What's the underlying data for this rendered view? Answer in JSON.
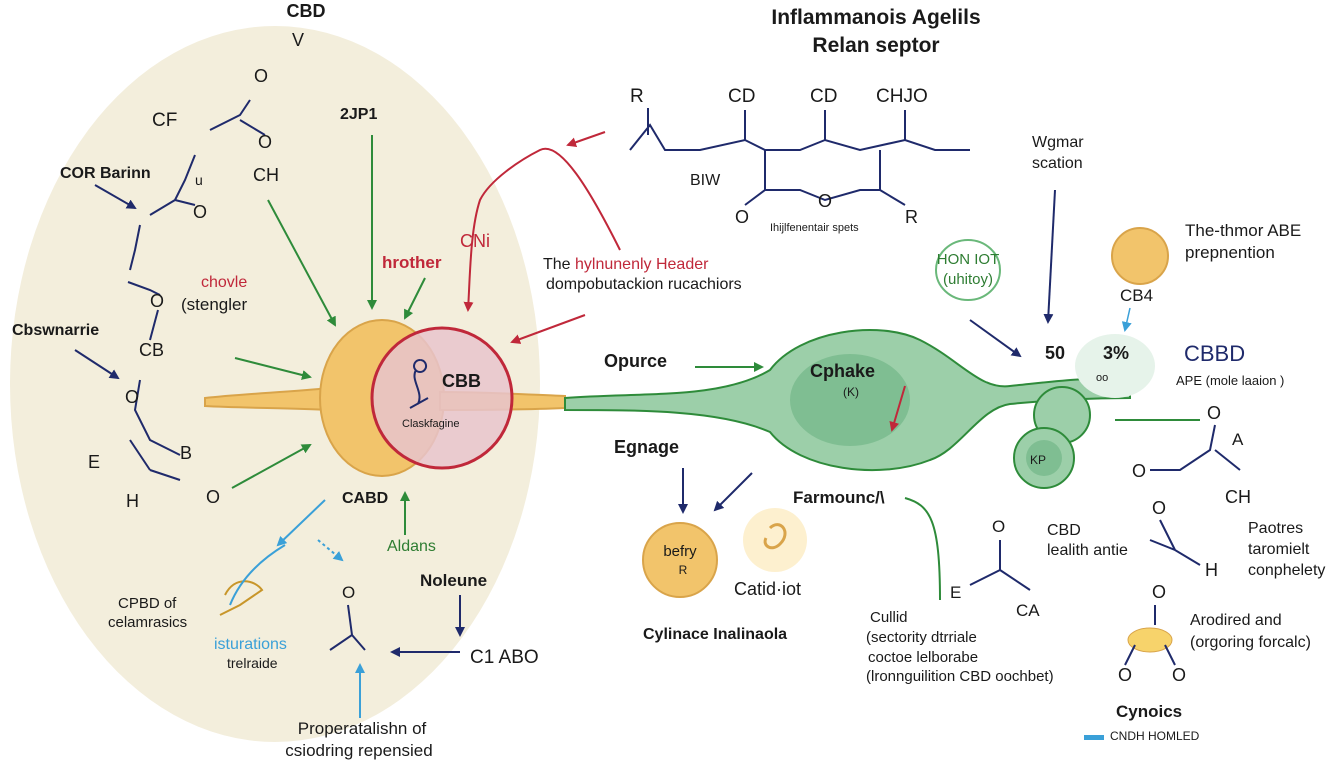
{
  "title": {
    "line1": "Inflammanois Agelils",
    "line2": "Relan septor"
  },
  "colors": {
    "ellipse_bg": "#f3eedc",
    "neuron_orange": "#f2c46b",
    "cell_green": "#9ccfa9",
    "receptor_red": "#c0283a",
    "arrow_navy": "#1f2a6b",
    "arrow_green": "#2e8b3a",
    "arrow_red": "#c0283a",
    "arrow_blue": "#3aa0d8"
  },
  "left": {
    "cbd_top": "CBD",
    "v_mark": "V",
    "o_top": "O",
    "cf": "CF",
    "o_mid": "O",
    "ch": "CH",
    "u_mark": "u",
    "o_small": "O",
    "cor_barinn": "COR Barinn",
    "cbswnarrie": "Cbswnarrie",
    "o_ring": "O",
    "chovle": "chovle",
    "stengler": "(stengler",
    "cb": "CB",
    "o_low": "O",
    "e": "E",
    "b": "B",
    "h": "H",
    "o_bottom": "O",
    "label_2jp1": "2JP1",
    "hrother": "hrother",
    "cbb": "CBB",
    "clasfagine": "Claskfagine",
    "cabd": "CABD",
    "aldans": "Aldans",
    "cpbd_of": "CPBD of",
    "celamrasics": "celamrasics",
    "isturations": "isturations",
    "trelraide": "trelraide",
    "o_cpd": "O",
    "noleune": "Noleune",
    "c1abo": "C1 ABO",
    "propertal_1": "Properatalishn of",
    "propertal_2": "csiodring repensied"
  },
  "center": {
    "r": "R",
    "cd1": "CD",
    "cd2": "CD",
    "chjo": "CHJO",
    "biw": "BIW",
    "o1": "O",
    "o2": "O",
    "r2": "R",
    "spets": "Ihijlfenentair spets",
    "cni": "CNi",
    "header_pre": "The ",
    "header_red": "hylnunenly Header",
    "header_line2": "dompobutackion rucachiors",
    "opurce": "Opurce",
    "cphake": "Cphake",
    "k_label": "(K)",
    "egnage": "Egnage",
    "befry": "befry",
    "befry_r": "R",
    "catid": "Catid·iot",
    "cylinace": "Cylinace Inalinaola",
    "farmounc": "Farmounc/\\",
    "kp": "KP"
  },
  "right": {
    "wgmar_1": "Wgmar",
    "wgmar_2": "scation",
    "honiot_1": "HON IOT",
    "honiot_2": "(uhitoy)",
    "num_50": "50",
    "num_3": "3%",
    "num_oo": "oo",
    "therm_1": "The-thmor ABE",
    "therm_2": "prepnention",
    "cb4": "CB4",
    "cbbd": "CBBD",
    "ape": "APE (mole laaion )",
    "o_r1": "O",
    "a_r": "A",
    "o_r2": "O",
    "ch_r": "CH",
    "cbd_r1": "CBD",
    "cbd_r2": "lealith antie",
    "o_r3": "O",
    "o_r4": "O",
    "h_r": "H",
    "paotres_1": "Paotres",
    "paotres_2": "taromielt",
    "paotres_3": "conphelety",
    "e_r": "E",
    "ca_r": "CA",
    "o_r5": "O",
    "cullid_1": "Cullid",
    "cullid_2": "(sectority dtrriale",
    "cullid_3": "coctoe lelborabe",
    "cullid_4": "(lronnguilition CBD oochbet)",
    "arodired_1": "Arodired and",
    "arodired_2": "(orgoring forcalc)",
    "o_r6": "O",
    "o_r7": "O",
    "cynoics": "Cynoics",
    "legend": "CNDH HOMLED"
  }
}
